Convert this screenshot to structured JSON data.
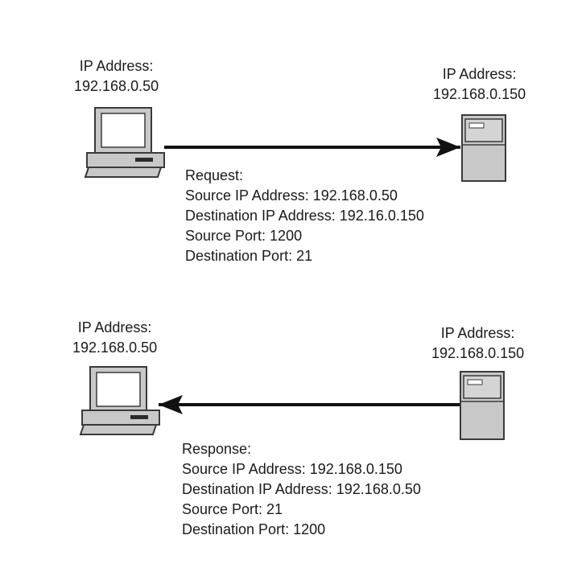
{
  "top": {
    "client": {
      "label": "IP Address:",
      "ip": "192.168.0.50"
    },
    "server": {
      "label": "IP Address:",
      "ip": "192.168.0.150"
    },
    "message": {
      "title": "Request:",
      "lines": [
        "Source IP Address: 192.168.0.50",
        "Destination IP Address: 192.16.0.150",
        "Source Port: 1200",
        "Destination Port: 21"
      ]
    }
  },
  "bottom": {
    "client": {
      "label": "IP Address:",
      "ip": "192.168.0.50"
    },
    "server": {
      "label": "IP Address:",
      "ip": "192.168.0.150"
    },
    "message": {
      "title": "Response:",
      "lines": [
        "Source IP Address: 192.168.0.150",
        "Destination IP Address: 192.168.0.50",
        "Source Port: 21",
        "Destination Port: 1200"
      ]
    }
  },
  "colors": {
    "device_fill": "#c8c8c8",
    "device_stroke": "#3a3a3a",
    "arrow": "#111111"
  }
}
